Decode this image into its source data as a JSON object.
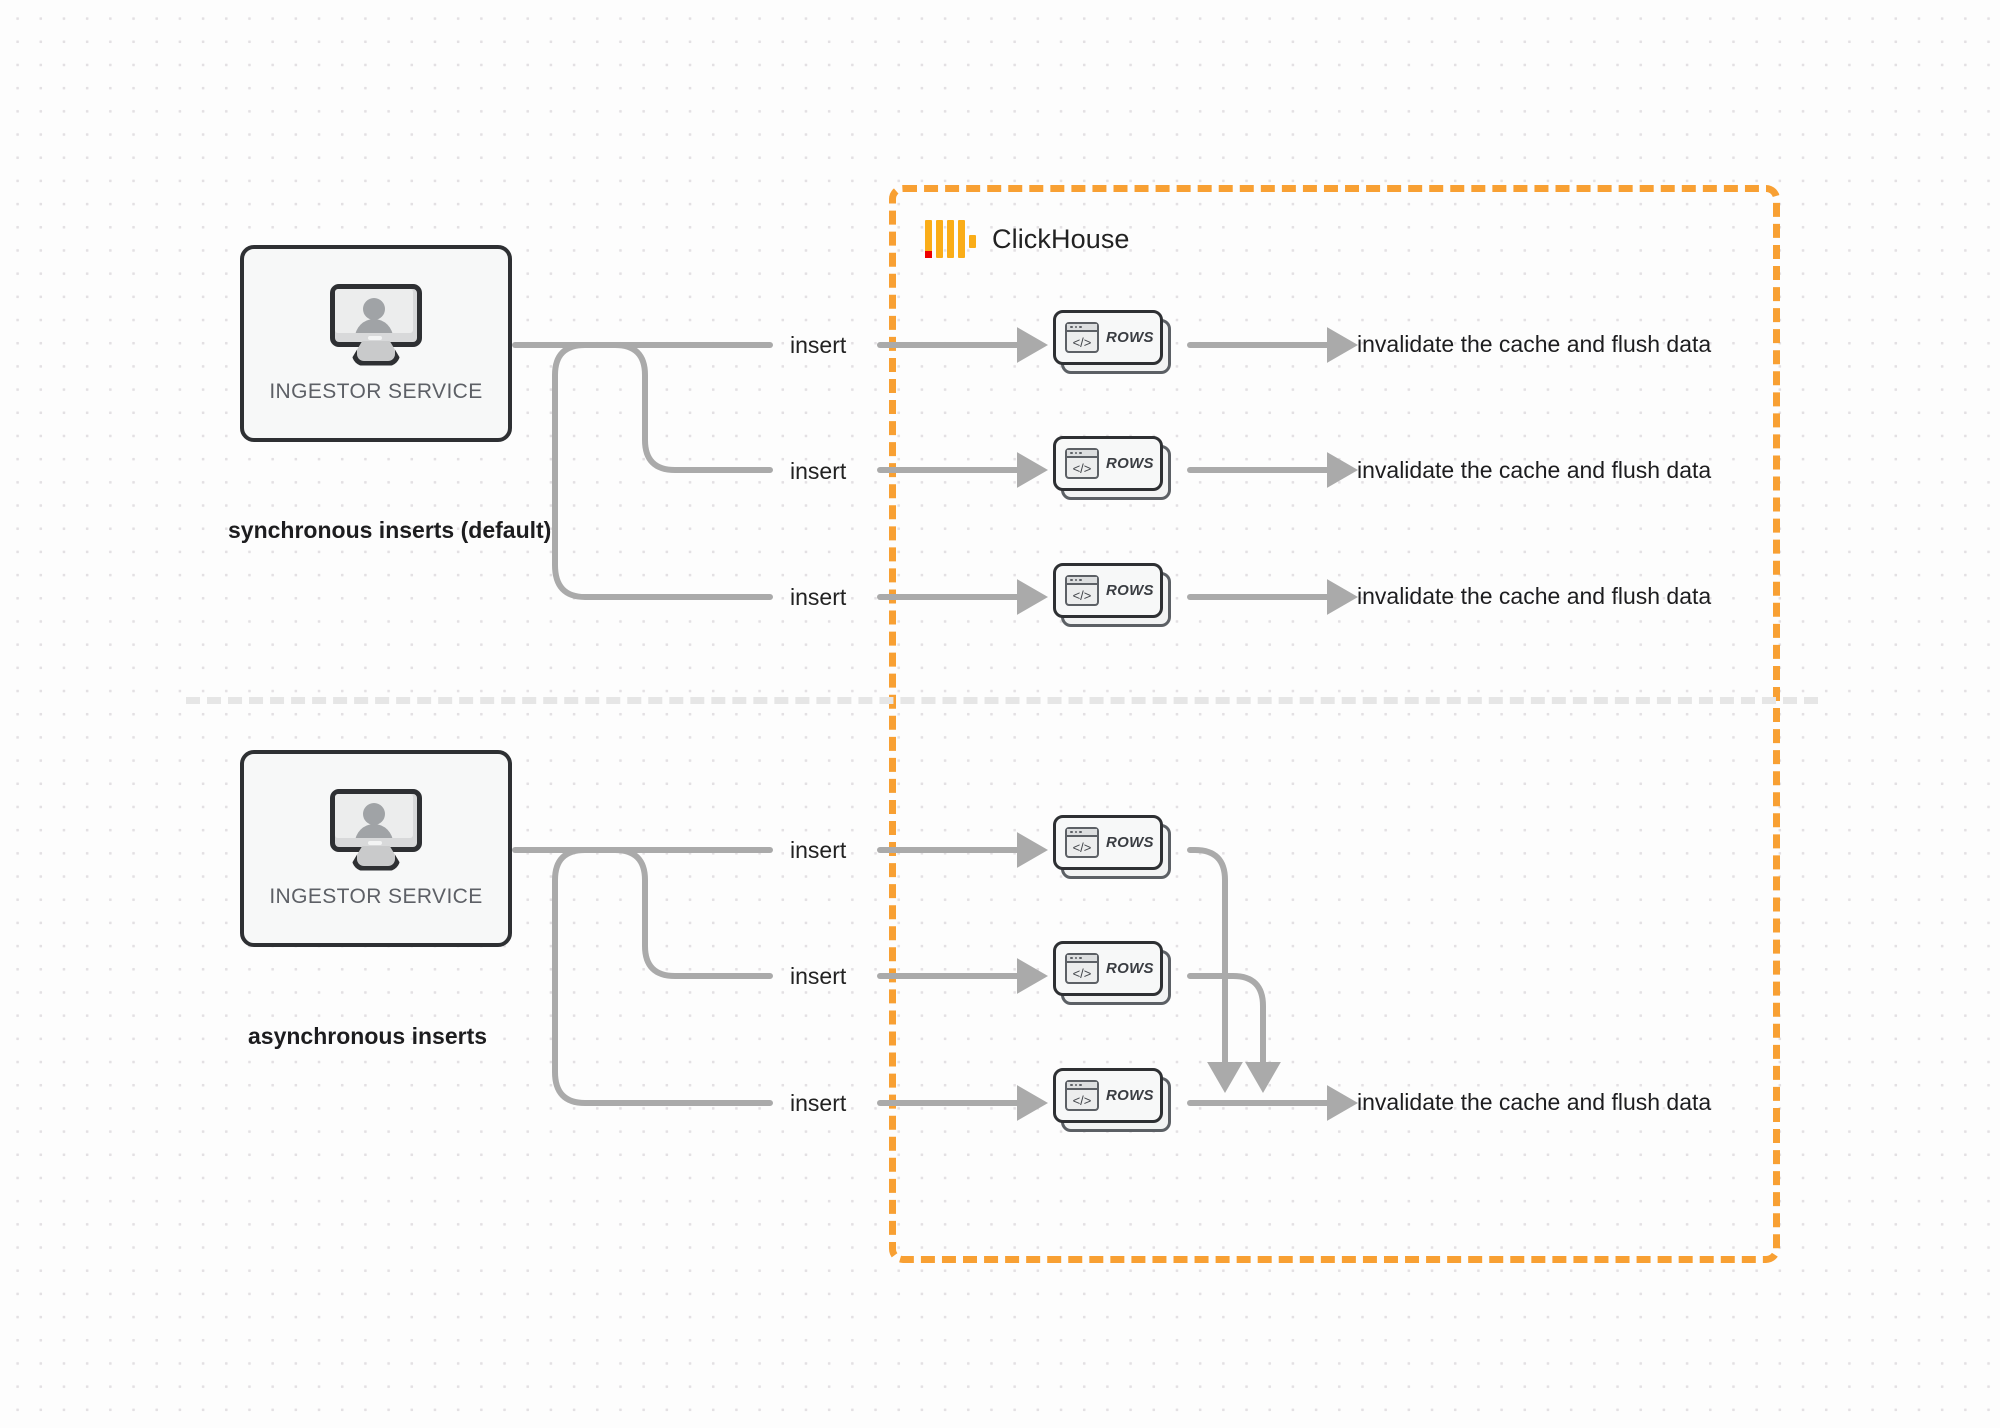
{
  "diagram": {
    "title": "ClickHouse synchronous vs asynchronous inserts",
    "background": "#fdfdfd",
    "accent_color": "#f8a033",
    "edge_color": "#aaaaaa",
    "brand": {
      "name": "ClickHouse",
      "logo_bar_color": "#faad18",
      "logo_accent_color": "#ee0000"
    },
    "sections": [
      {
        "id": "sync",
        "label": "synchronous inserts (default)",
        "service": {
          "label": "INGESTOR SERVICE",
          "icon": "monitor-user-icon"
        },
        "edges": [
          {
            "label": "insert"
          },
          {
            "label": "insert"
          },
          {
            "label": "insert"
          }
        ],
        "cards": [
          {
            "label": "ROWS",
            "icon": "code-window-icon"
          },
          {
            "label": "ROWS",
            "icon": "code-window-icon"
          },
          {
            "label": "ROWS",
            "icon": "code-window-icon"
          }
        ],
        "outputs": [
          "invalidate the cache and flush data",
          "invalidate the cache and flush data",
          "invalidate the cache and flush data"
        ]
      },
      {
        "id": "async",
        "label": "asynchronous inserts",
        "service": {
          "label": "INGESTOR SERVICE",
          "icon": "monitor-user-icon"
        },
        "edges": [
          {
            "label": "insert"
          },
          {
            "label": "insert"
          },
          {
            "label": "insert"
          }
        ],
        "cards": [
          {
            "label": "ROWS",
            "icon": "code-window-icon"
          },
          {
            "label": "ROWS",
            "icon": "code-window-icon"
          },
          {
            "label": "ROWS",
            "icon": "code-window-icon"
          }
        ],
        "outputs": [
          "invalidate the cache and flush data"
        ]
      }
    ]
  }
}
